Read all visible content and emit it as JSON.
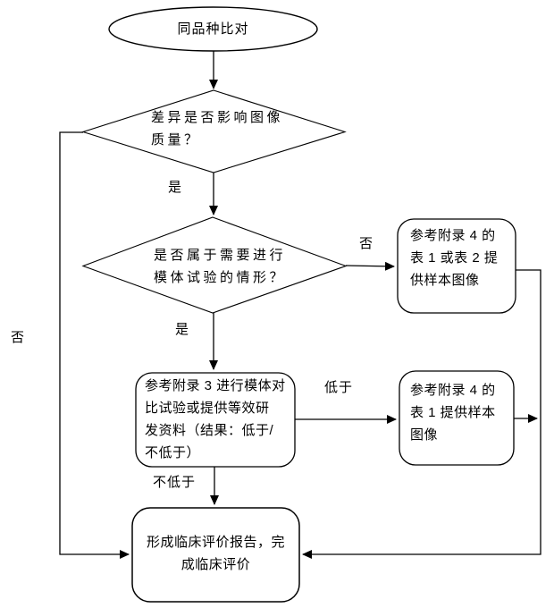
{
  "diagram": {
    "type": "flowchart",
    "colors": {
      "stroke": "#000000",
      "text": "#000000",
      "background": "#ffffff"
    },
    "nodes": {
      "start": {
        "shape": "ellipse",
        "label": "同品种比对"
      },
      "decision_quality": {
        "shape": "diamond",
        "label": "差异是否影响图像\n质量？"
      },
      "decision_phantom": {
        "shape": "diamond",
        "label": "是否属于需要进行\n模体试验的情形？"
      },
      "box_appendix4_tables": {
        "shape": "rounded-rect",
        "label": "参考附录 4 的\n表 1 或表 2 提\n供样本图像"
      },
      "box_appendix3_test": {
        "shape": "rounded-rect",
        "label": "参考附录 3 进行模体对\n比试验或提供等效研\n发资料（结果：低于/\n不低于）"
      },
      "box_appendix4_table1": {
        "shape": "rounded-rect",
        "label": "参考附录 4 的\n表 1 提供样本\n图像"
      },
      "box_final_report": {
        "shape": "rounded-rect",
        "label": "形成临床评价报告，完\n成临床评价"
      }
    },
    "edge_labels": {
      "yes_quality": "是",
      "no_quality_left": "否",
      "no_phantom_right": "否",
      "yes_phantom": "是",
      "lower": "低于",
      "not_lower": "不低于"
    }
  }
}
